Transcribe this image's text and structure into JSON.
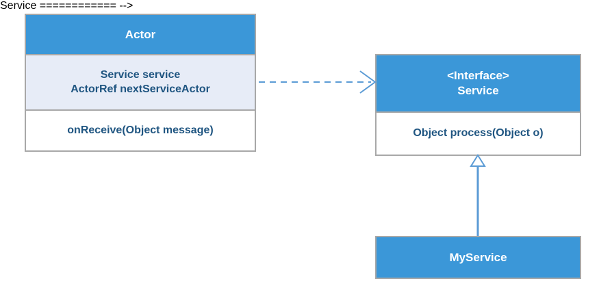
{
  "diagram": {
    "type": "uml-class-diagram",
    "background_color": "#ffffff",
    "palette": {
      "header_fill": "#3b97d8",
      "attribute_fill": "#e7ecf7",
      "body_fill": "#ffffff",
      "border": "#a8a8a8",
      "text_dark": "#1f5581",
      "text_light": "#ffffff",
      "connector": "#5b9bd5"
    },
    "classes": [
      {
        "id": "actor",
        "name": "Actor",
        "stereotype": "",
        "attributes": [
          "Service service",
          "ActorRef nextServiceActor"
        ],
        "methods": [
          "onReceive(Object message)"
        ]
      },
      {
        "id": "service",
        "name": "Service",
        "stereotype": "<Interface>",
        "attributes": [],
        "methods": [
          "Object process(Object o)"
        ]
      },
      {
        "id": "myservice",
        "name": "MyService",
        "stereotype": "",
        "attributes": [],
        "methods": []
      }
    ],
    "relationships": [
      {
        "id": "actor-uses-service",
        "kind": "dependency",
        "line_style": "dashed",
        "arrowhead": "open-v",
        "from": "Actor",
        "to": "Service",
        "label": ""
      },
      {
        "id": "myservice-implements-service",
        "kind": "generalization",
        "line_style": "solid",
        "arrowhead": "hollow-triangle",
        "from": "MyService",
        "to": "Service",
        "label": ""
      }
    ]
  }
}
